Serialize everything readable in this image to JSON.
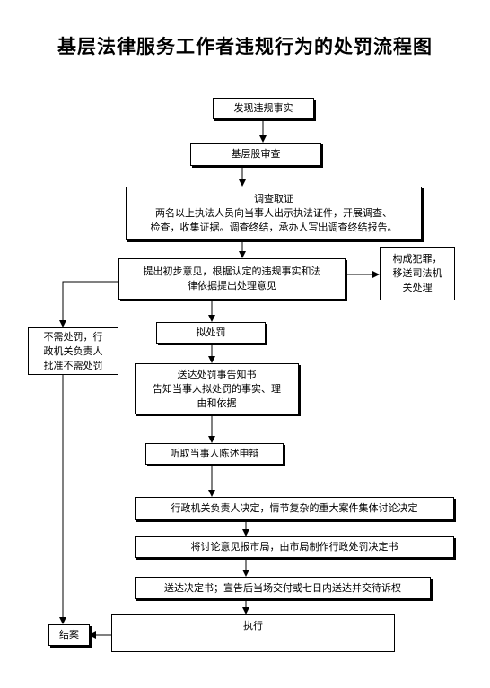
{
  "title": "基层法律服务工作者违规行为的处罚流程图",
  "steps": {
    "discover": "发现违规事实",
    "review": "基层股审查",
    "investigate": {
      "line1": "调查取证",
      "line2": "两名以上执法人员向当事人出示执法证件，开展调查、",
      "line3": "检查，收集证据。调查终结，承办人写出调查终结报告。"
    },
    "initial_opinion": {
      "line1": "提出初步意见，根据认定的违规事实和法",
      "line2": "律依据提出处理意见"
    },
    "crime": {
      "line1": "构成犯罪，",
      "line2": "移送司法机",
      "line3": "关处理"
    },
    "no_penalty": {
      "line1": "不需处罚，行",
      "line2": "政机关负责人",
      "line3": "批准不需处罚"
    },
    "propose": "拟处罚",
    "notice": {
      "line1": "送达处罚事告知书",
      "line2": "告知当事人拟处罚的事实、理",
      "line3": "由和依据"
    },
    "hearing": "听取当事人陈述申辩",
    "decision": "行政机关负责人决定，情节复杂的重大案件集体讨论决定",
    "report": "将讨论意见报市局，由市局制作行政处罚决定书",
    "deliver": "送达决定书；宣告后当场交付或七日内送达并交待诉权",
    "execute": "执行",
    "close": "结案"
  }
}
